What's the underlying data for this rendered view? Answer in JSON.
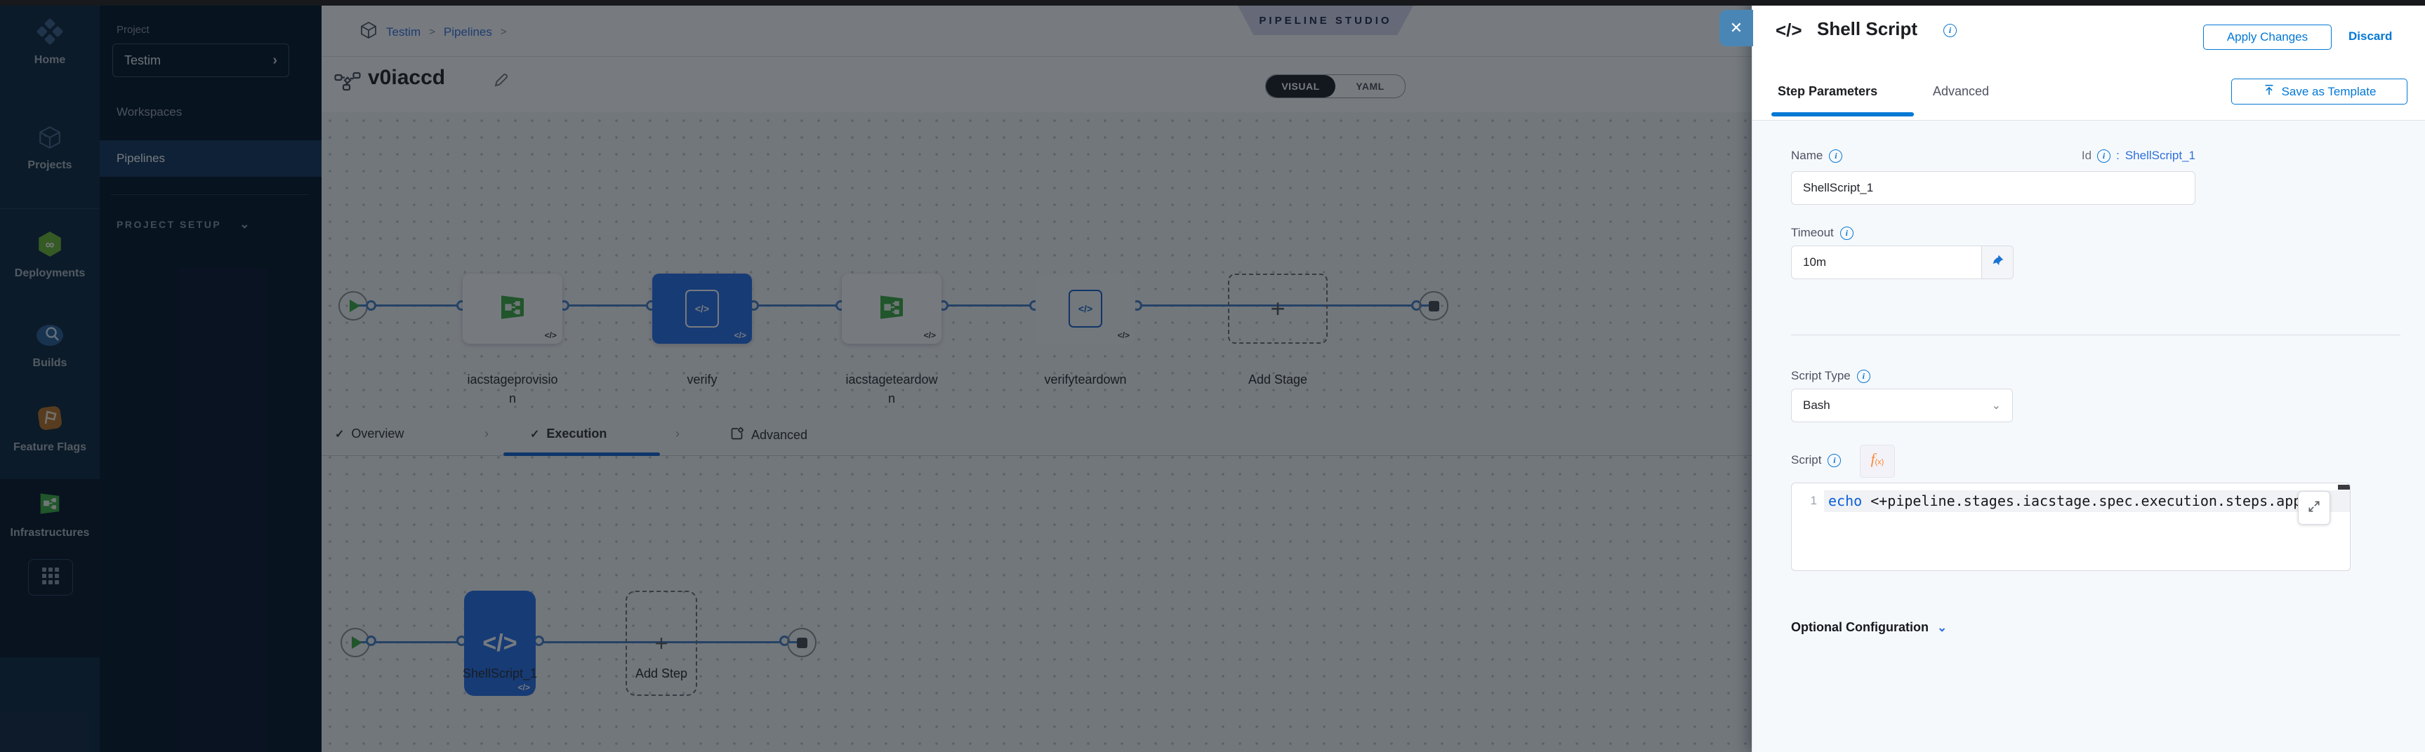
{
  "icons": {
    "close": "✕",
    "check": "✓",
    "chevron_right": "›",
    "breadcrumb_sep": ">",
    "chevron_down": "⌄",
    "plus": "+",
    "code": "</>",
    "infinity": "∞",
    "info": "i",
    "fx_f": "f",
    "fx_sub": "(x)"
  },
  "rail": {
    "items": [
      {
        "label": "Home"
      },
      {
        "label": "Projects"
      },
      {
        "label": "Deployments"
      },
      {
        "label": "Builds"
      },
      {
        "label": "Feature Flags"
      },
      {
        "label": "Infrastructures"
      }
    ]
  },
  "project_nav": {
    "section_label": "Project",
    "project_name": "Testim",
    "workspaces_label": "Workspaces",
    "pipelines_label": "Pipelines",
    "setup_label": "PROJECT SETUP"
  },
  "header": {
    "breadcrumb": {
      "project": "Testim",
      "section": "Pipelines"
    },
    "studio_badge": "PIPELINE STUDIO",
    "pipeline_name": "v0iaccd",
    "toggle": {
      "visual": "VISUAL",
      "yaml": "YAML",
      "selected": "VISUAL"
    }
  },
  "stage_graph": {
    "stages": [
      {
        "label": "iacstageprovision"
      },
      {
        "label": "verify"
      },
      {
        "label": "iacstageteardown"
      },
      {
        "label": "verifyteardown"
      }
    ],
    "add_stage_label": "Add Stage"
  },
  "stage_tabs": {
    "overview": "Overview",
    "execution": "Execution",
    "advanced": "Advanced"
  },
  "step_graph": {
    "step_label": "ShellScript_1",
    "add_step_label": "Add Step"
  },
  "drawer": {
    "title": "Shell Script",
    "apply_label": "Apply Changes",
    "discard_label": "Discard",
    "tab_step_parameters": "Step Parameters",
    "tab_advanced": "Advanced",
    "save_template_label": "Save as Template",
    "name_label": "Name",
    "name_value": "ShellScript_1",
    "id_label": "Id",
    "id_separator": ":",
    "id_value": "ShellScript_1",
    "timeout_label": "Timeout",
    "timeout_value": "10m",
    "script_type_label": "Script Type",
    "script_type_value": "Bash",
    "script_label": "Script",
    "code_line_number": "1",
    "code_keyword": "echo",
    "code_rest": " <+pipeline.stages.iacstage.spec.execution.steps.appl",
    "optional_config_label": "Optional Configuration"
  },
  "colors": {
    "accent": "#0278d5",
    "node-selected": "#2a72e8",
    "green": "#42ab45",
    "orange": "#ff832b"
  }
}
